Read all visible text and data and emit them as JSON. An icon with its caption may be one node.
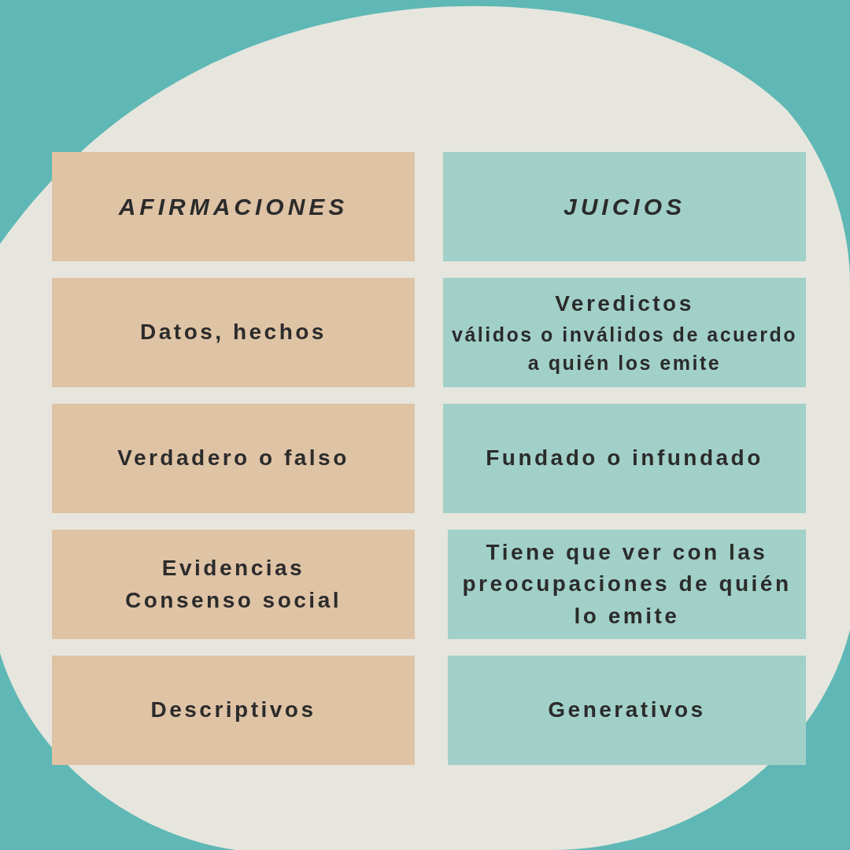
{
  "diagram": {
    "nodes": [
      {
        "text": [
          "AFIRMACIONES"
        ]
      },
      {
        "text": [
          "JUICIOS"
        ]
      },
      {
        "text": [
          "Datos, hechos"
        ]
      },
      {
        "text": [
          "Veredictos",
          "válidos o inválidos de acuerdo a quién los emite"
        ]
      },
      {
        "text": [
          "Verdadero o falso"
        ]
      },
      {
        "text": [
          "Fundado o infundado"
        ]
      },
      {
        "text": [
          "Evidencias",
          "Consenso social"
        ]
      },
      {
        "text": [
          "Tiene que ver con las preocupaciones de quién lo emite"
        ]
      },
      {
        "text": [
          "Descriptivos"
        ]
      },
      {
        "text": [
          "Generativos"
        ]
      }
    ]
  }
}
